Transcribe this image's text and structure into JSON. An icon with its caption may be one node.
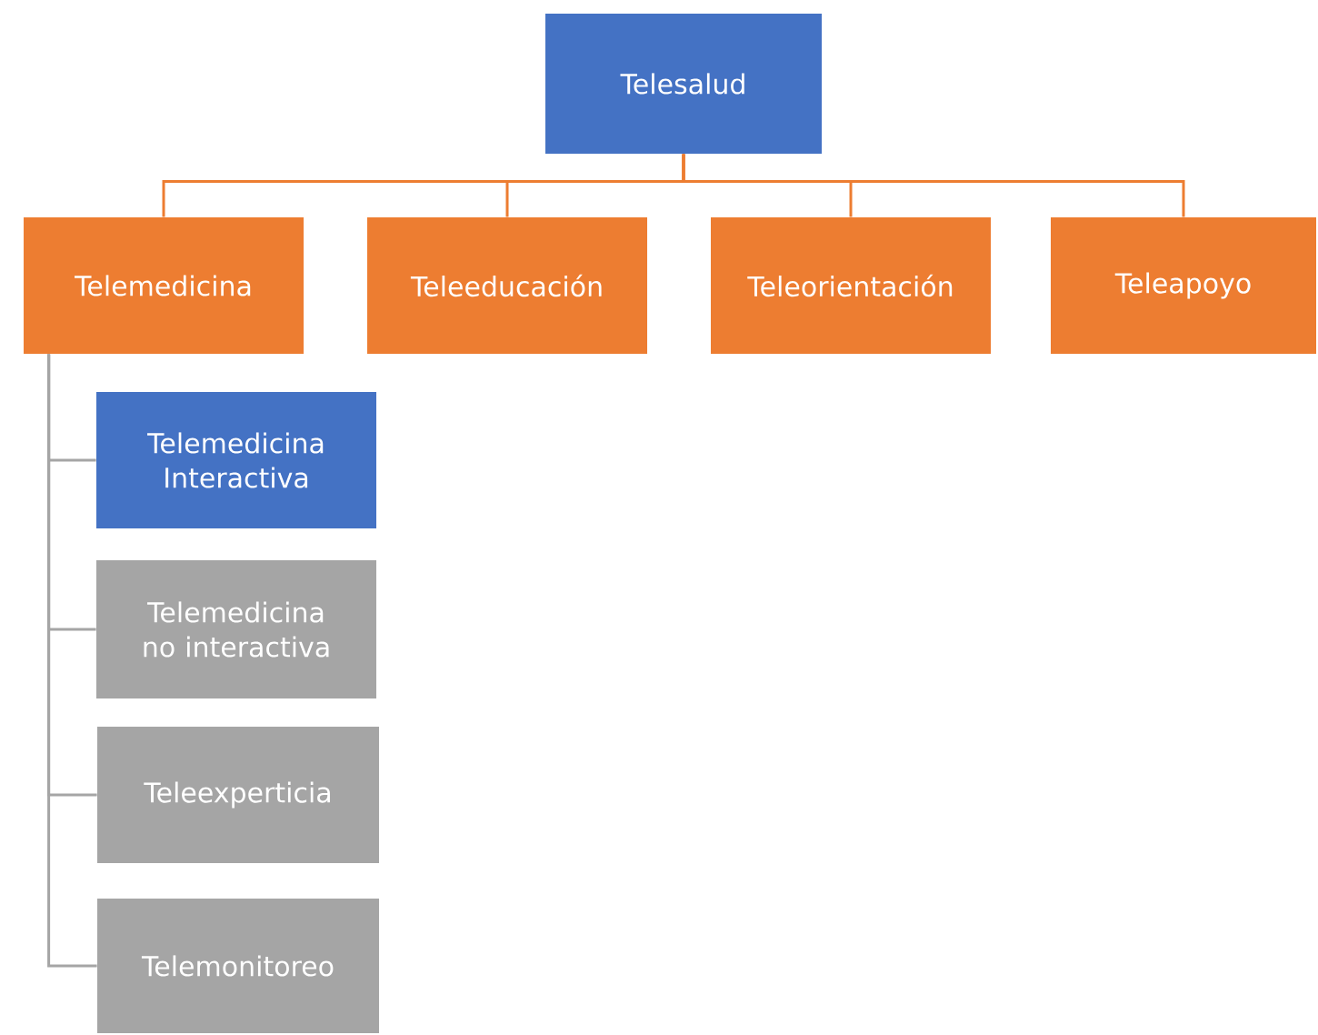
{
  "diagram": {
    "nodes": [
      {
        "text": [
          "Telesalud"
        ]
      },
      {
        "text": [
          "Telemedicina"
        ]
      },
      {
        "text": [
          "Teleeducación"
        ]
      },
      {
        "text": [
          "Teleorientación"
        ]
      },
      {
        "text": [
          "Teleapoyo"
        ]
      },
      {
        "text": [
          "Telemedicina Interactiva"
        ]
      },
      {
        "text": [
          "Telemedicina no interactiva"
        ]
      },
      {
        "text": [
          "Teleexperticia"
        ]
      },
      {
        "text": [
          "Telemonitoreo"
        ]
      }
    ],
    "edges": [
      {
        "from": 0,
        "to": 1,
        "arrow": "none",
        "color": "#ed7d31"
      },
      {
        "from": 0,
        "to": 2,
        "arrow": "none",
        "color": "#ed7d31"
      },
      {
        "from": 0,
        "to": 3,
        "arrow": "none",
        "color": "#ed7d31"
      },
      {
        "from": 0,
        "to": 4,
        "arrow": "none",
        "color": "#ed7d31"
      },
      {
        "from": 1,
        "to": 5,
        "arrow": "none",
        "color": "#a5a5a5"
      },
      {
        "from": 1,
        "to": 6,
        "arrow": "none",
        "color": "#a5a5a5"
      },
      {
        "from": 1,
        "to": 7,
        "arrow": "none",
        "color": "#a5a5a5"
      },
      {
        "from": 1,
        "to": 8,
        "arrow": "none",
        "color": "#a5a5a5"
      }
    ]
  }
}
